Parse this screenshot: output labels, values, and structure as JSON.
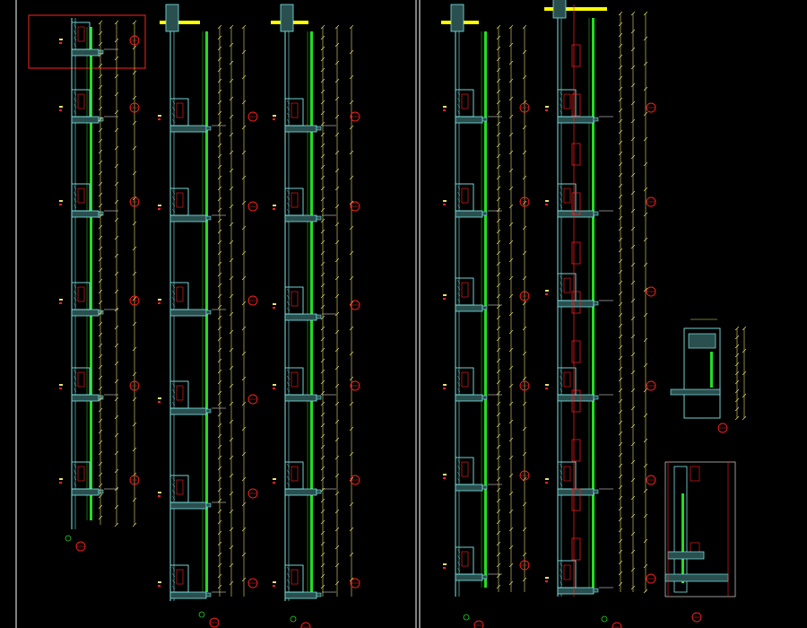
{
  "colors": {
    "background": "#000000",
    "wall_outline": "#7fe7e7",
    "glass": "#22dd22",
    "slab_fill": "#2a4f4f",
    "dimension": "#e8e070",
    "level_mark": "#ffffff",
    "callout": "#ff2020",
    "sheet_border": "#ffffff",
    "highlight_box": "#ff2020",
    "roof_top": "#ffff00"
  },
  "icons": {
    "section_callout": "red-circle-icon",
    "column_marker": "green-circle-icon"
  },
  "sheets": [
    {
      "name": "left-sheet",
      "sections": 3
    },
    {
      "name": "right-sheet",
      "sections": 2,
      "details": 2
    }
  ]
}
